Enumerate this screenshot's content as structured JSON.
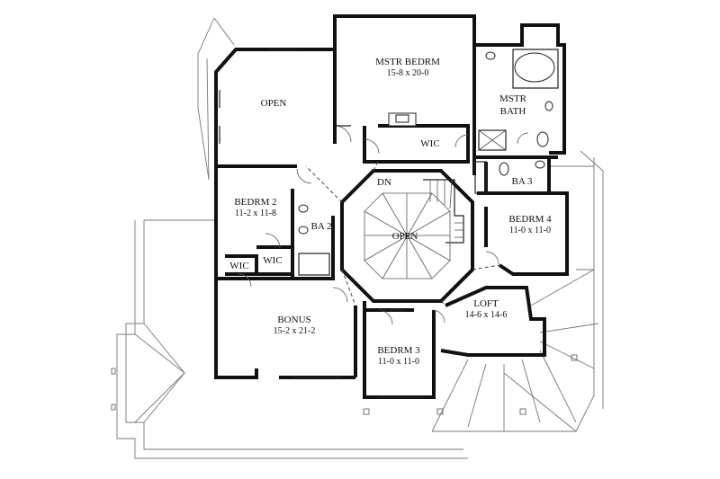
{
  "rooms": {
    "open_upper": {
      "name": "OPEN"
    },
    "master_bedroom": {
      "name": "MSTR BEDRM",
      "dims": "15-8 x 20-0"
    },
    "master_bath": {
      "name_line1": "MSTR",
      "name_line2": "BATH"
    },
    "wic_master": {
      "name": "WIC"
    },
    "ba3": {
      "name": "BA 3"
    },
    "bedroom2": {
      "name": "BEDRM 2",
      "dims": "11-2 x 11-8"
    },
    "ba2": {
      "name": "BA 2"
    },
    "stair_down": {
      "name": "DN"
    },
    "open_center": {
      "name": "OPEN"
    },
    "bedroom4": {
      "name": "BEDRM 4",
      "dims": "11-0 x 11-0"
    },
    "wic_left": {
      "name": "WIC"
    },
    "wic_mid": {
      "name": "WIC"
    },
    "bonus": {
      "name": "BONUS",
      "dims": "15-2 x 21-2"
    },
    "loft": {
      "name": "LOFT",
      "dims": "14-6 x 14-6"
    },
    "bedroom3": {
      "name": "BEDRM 3",
      "dims": "11-0 x 11-0"
    }
  }
}
